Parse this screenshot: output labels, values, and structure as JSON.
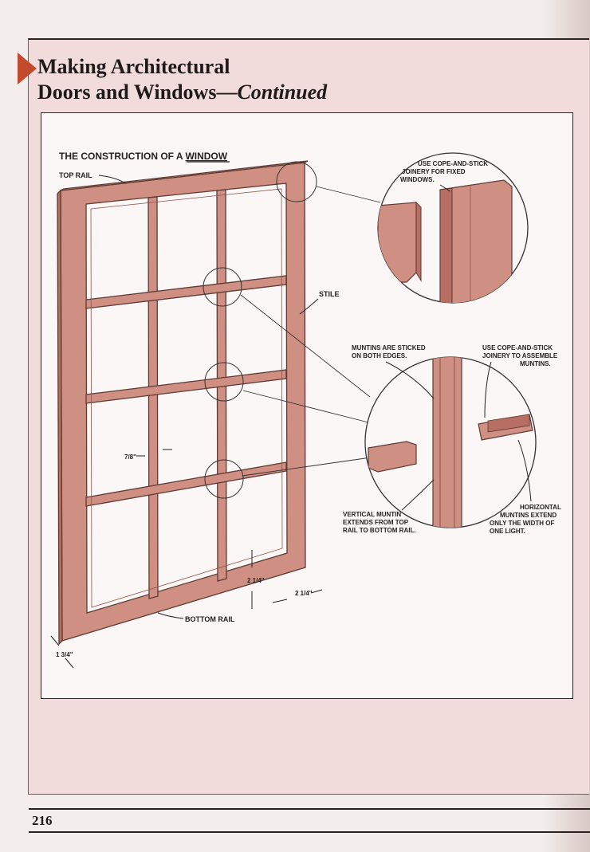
{
  "header": {
    "title_line1": "Making Architectural",
    "title_line2_main": "Doors and Windows—",
    "title_line2_italic": "Continued"
  },
  "illustration": {
    "heading_prefix": "THE CONSTRUCTION OF A ",
    "heading_underlined": "WINDOW",
    "labels": {
      "top_rail": "TOP RAIL",
      "stile": "STILE",
      "bottom_rail": "BOTTOM RAIL",
      "dim_muntin": "7/8\"",
      "dim_rail_height": "2 1/4\"",
      "dim_stile_width": "2 1/4\"",
      "dim_thickness": "1 3/4\""
    },
    "callouts": {
      "fixed_line1": "USE COPE-AND-STICK",
      "fixed_line2": "JOINERY FOR FIXED",
      "fixed_line3": "WINDOWS.",
      "sticked_line1": "MUNTINS ARE STICKED",
      "sticked_line2": "ON BOTH EDGES.",
      "assemble_line1": "USE COPE-AND-STICK",
      "assemble_line2": "JOINERY TO ASSEMBLE",
      "assemble_line3": "MUNTINS.",
      "vertical_line1": "VERTICAL MUNTIN",
      "vertical_line2": "EXTENDS FROM TOP",
      "vertical_line3": "RAIL TO BOTTOM RAIL.",
      "horizontal_line1": "HORIZONTAL",
      "horizontal_line2": "MUNTINS EXTEND",
      "horizontal_line3": "ONLY THE WIDTH OF",
      "horizontal_line4": "ONE LIGHT."
    }
  },
  "footer": {
    "page_number": "216"
  },
  "colors": {
    "wood": "#cf8f82",
    "wood_dark": "#b66f62",
    "page_tint": "#f1dcdb",
    "accent_marker": "#c24a2e"
  }
}
